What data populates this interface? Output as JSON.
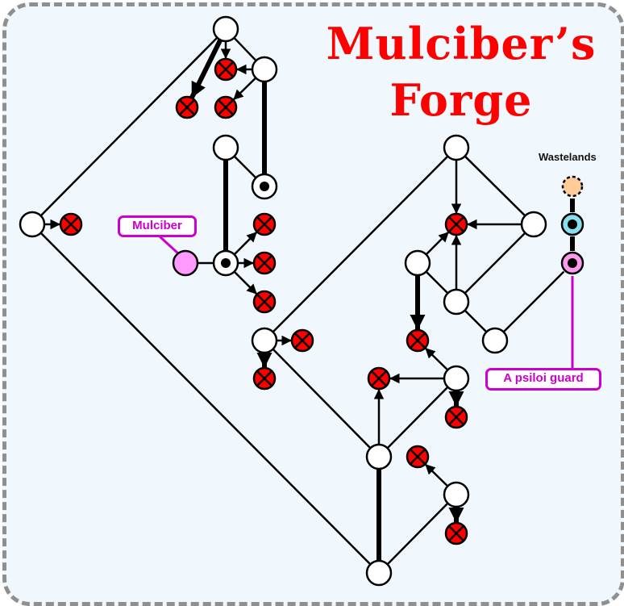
{
  "title": {
    "line1": "Mulciber’s",
    "line2": "Forge"
  },
  "labels": {
    "mulciber": "Mulciber",
    "psiloi_guard": "A psiloi guard",
    "wastelands": "Wastelands"
  },
  "colors": {
    "background": "#f0f7fd",
    "border": "#8f8f8f",
    "title": "#ff0000",
    "dead_end": "#ff0000",
    "room": "#ffffff",
    "mulciber": "#ff99ff",
    "exit": "#ffcc99",
    "portal_blue": "#88ddee",
    "portal_pink": "#ff99ee",
    "label": "#cc00cc"
  },
  "legend_semantics": {
    "white-circle": "room",
    "red-x-circle": "dead end",
    "ringed-circle": "special node",
    "dashed-orange-circle": "exit to Wastelands"
  }
}
